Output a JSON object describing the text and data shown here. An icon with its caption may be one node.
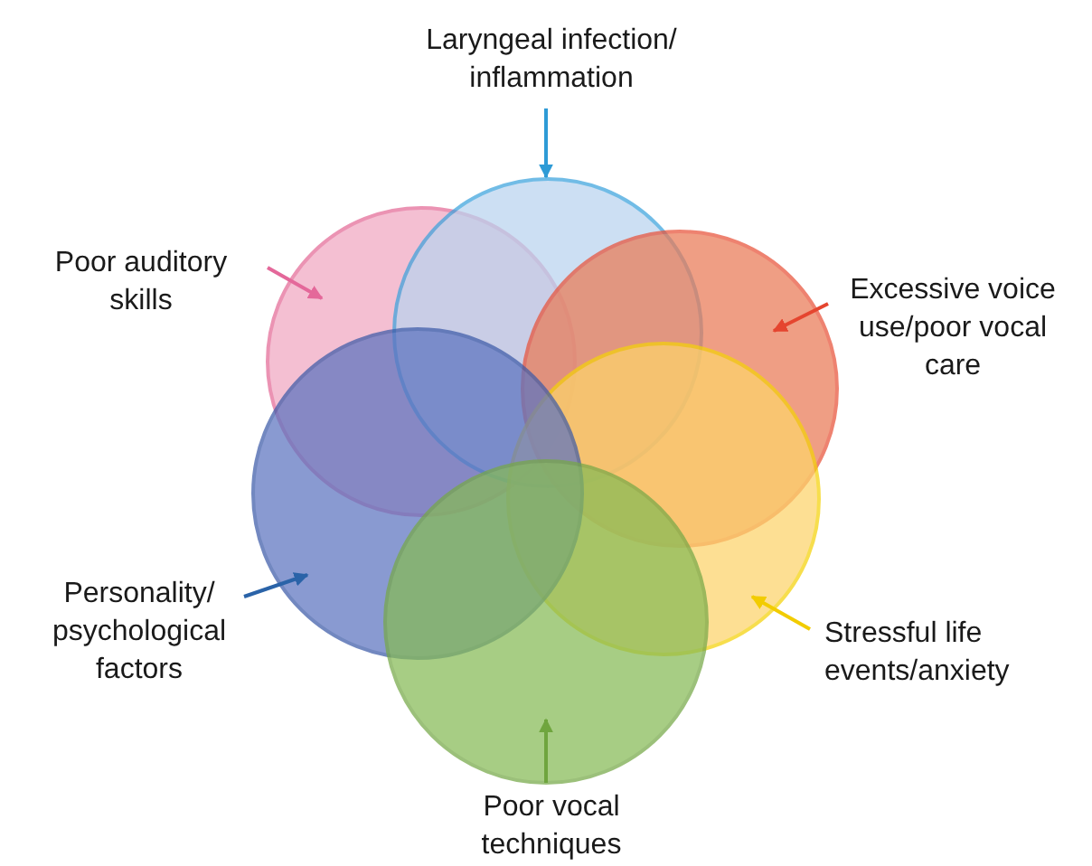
{
  "diagram": {
    "nodes": [
      {
        "text": [
          "Laryngeal infection/ inflammation"
        ]
      },
      {
        "text": [
          "Poor auditory skills"
        ]
      },
      {
        "text": [
          "Excessive voice use/poor vocal care"
        ]
      },
      {
        "text": [
          "Personality/ psychological factors"
        ]
      },
      {
        "text": [
          "Stressful life events/anxiety"
        ]
      },
      {
        "text": [
          "Poor vocal techniques"
        ]
      },
      {
        "text": [],
        "shape": "circle"
      },
      {
        "text": [],
        "shape": "circle"
      },
      {
        "text": [],
        "shape": "circle"
      },
      {
        "text": [],
        "shape": "circle"
      },
      {
        "text": [],
        "shape": "circle"
      },
      {
        "text": [],
        "shape": "circle"
      }
    ],
    "edges": [
      {
        "from": 0,
        "to": 7,
        "arrow": "to",
        "color": "#2e9bd6"
      },
      {
        "from": 1,
        "to": 6,
        "arrow": "to",
        "color": "#e4689a"
      },
      {
        "from": 2,
        "to": 8,
        "arrow": "to",
        "color": "#e5452f"
      },
      {
        "from": 3,
        "to": 10,
        "arrow": "to",
        "color": "#2a63a8"
      },
      {
        "from": 4,
        "to": 9,
        "arrow": "to",
        "color": "#f2cc00"
      },
      {
        "from": 5,
        "to": 11,
        "arrow": "to",
        "color": "#6fa53e"
      }
    ]
  }
}
